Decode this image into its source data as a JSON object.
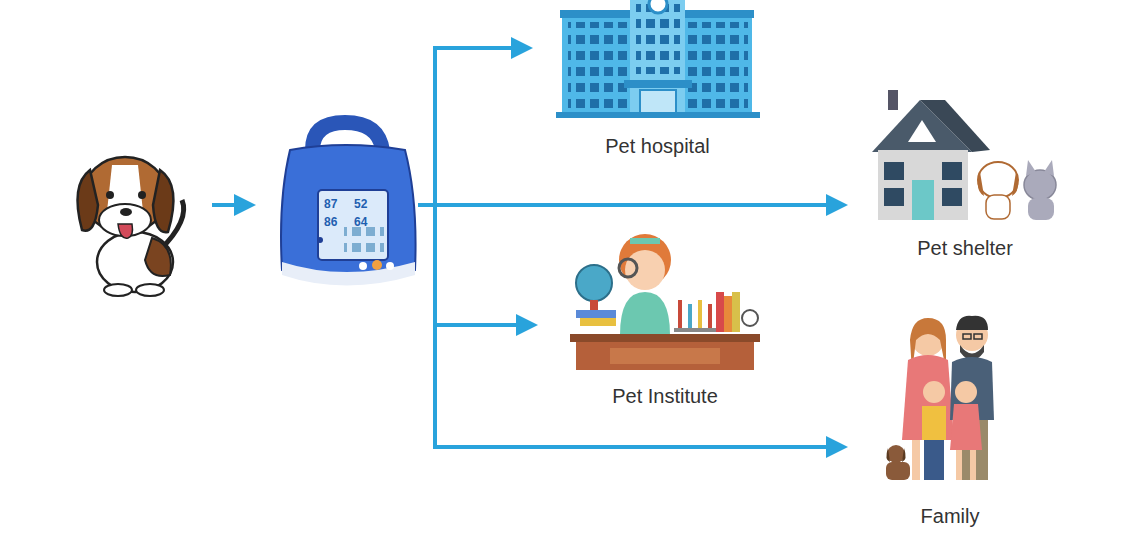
{
  "diagram": {
    "nodes": [
      {
        "text": [
          "87",
          "52",
          "86",
          "64"
        ]
      },
      {
        "text": [
          "Pet hospital"
        ]
      },
      {
        "text": [
          "Pet shelter"
        ]
      },
      {
        "text": [
          "Pet Institute"
        ]
      },
      {
        "text": [
          "Family"
        ]
      }
    ],
    "edges": [
      {
        "from": 0,
        "to": 1,
        "arrow": "to"
      },
      {
        "from": 0,
        "to": 2,
        "arrow": "to"
      },
      {
        "from": 0,
        "to": 3,
        "arrow": "to"
      },
      {
        "from": 0,
        "to": 4,
        "arrow": "to"
      }
    ]
  }
}
